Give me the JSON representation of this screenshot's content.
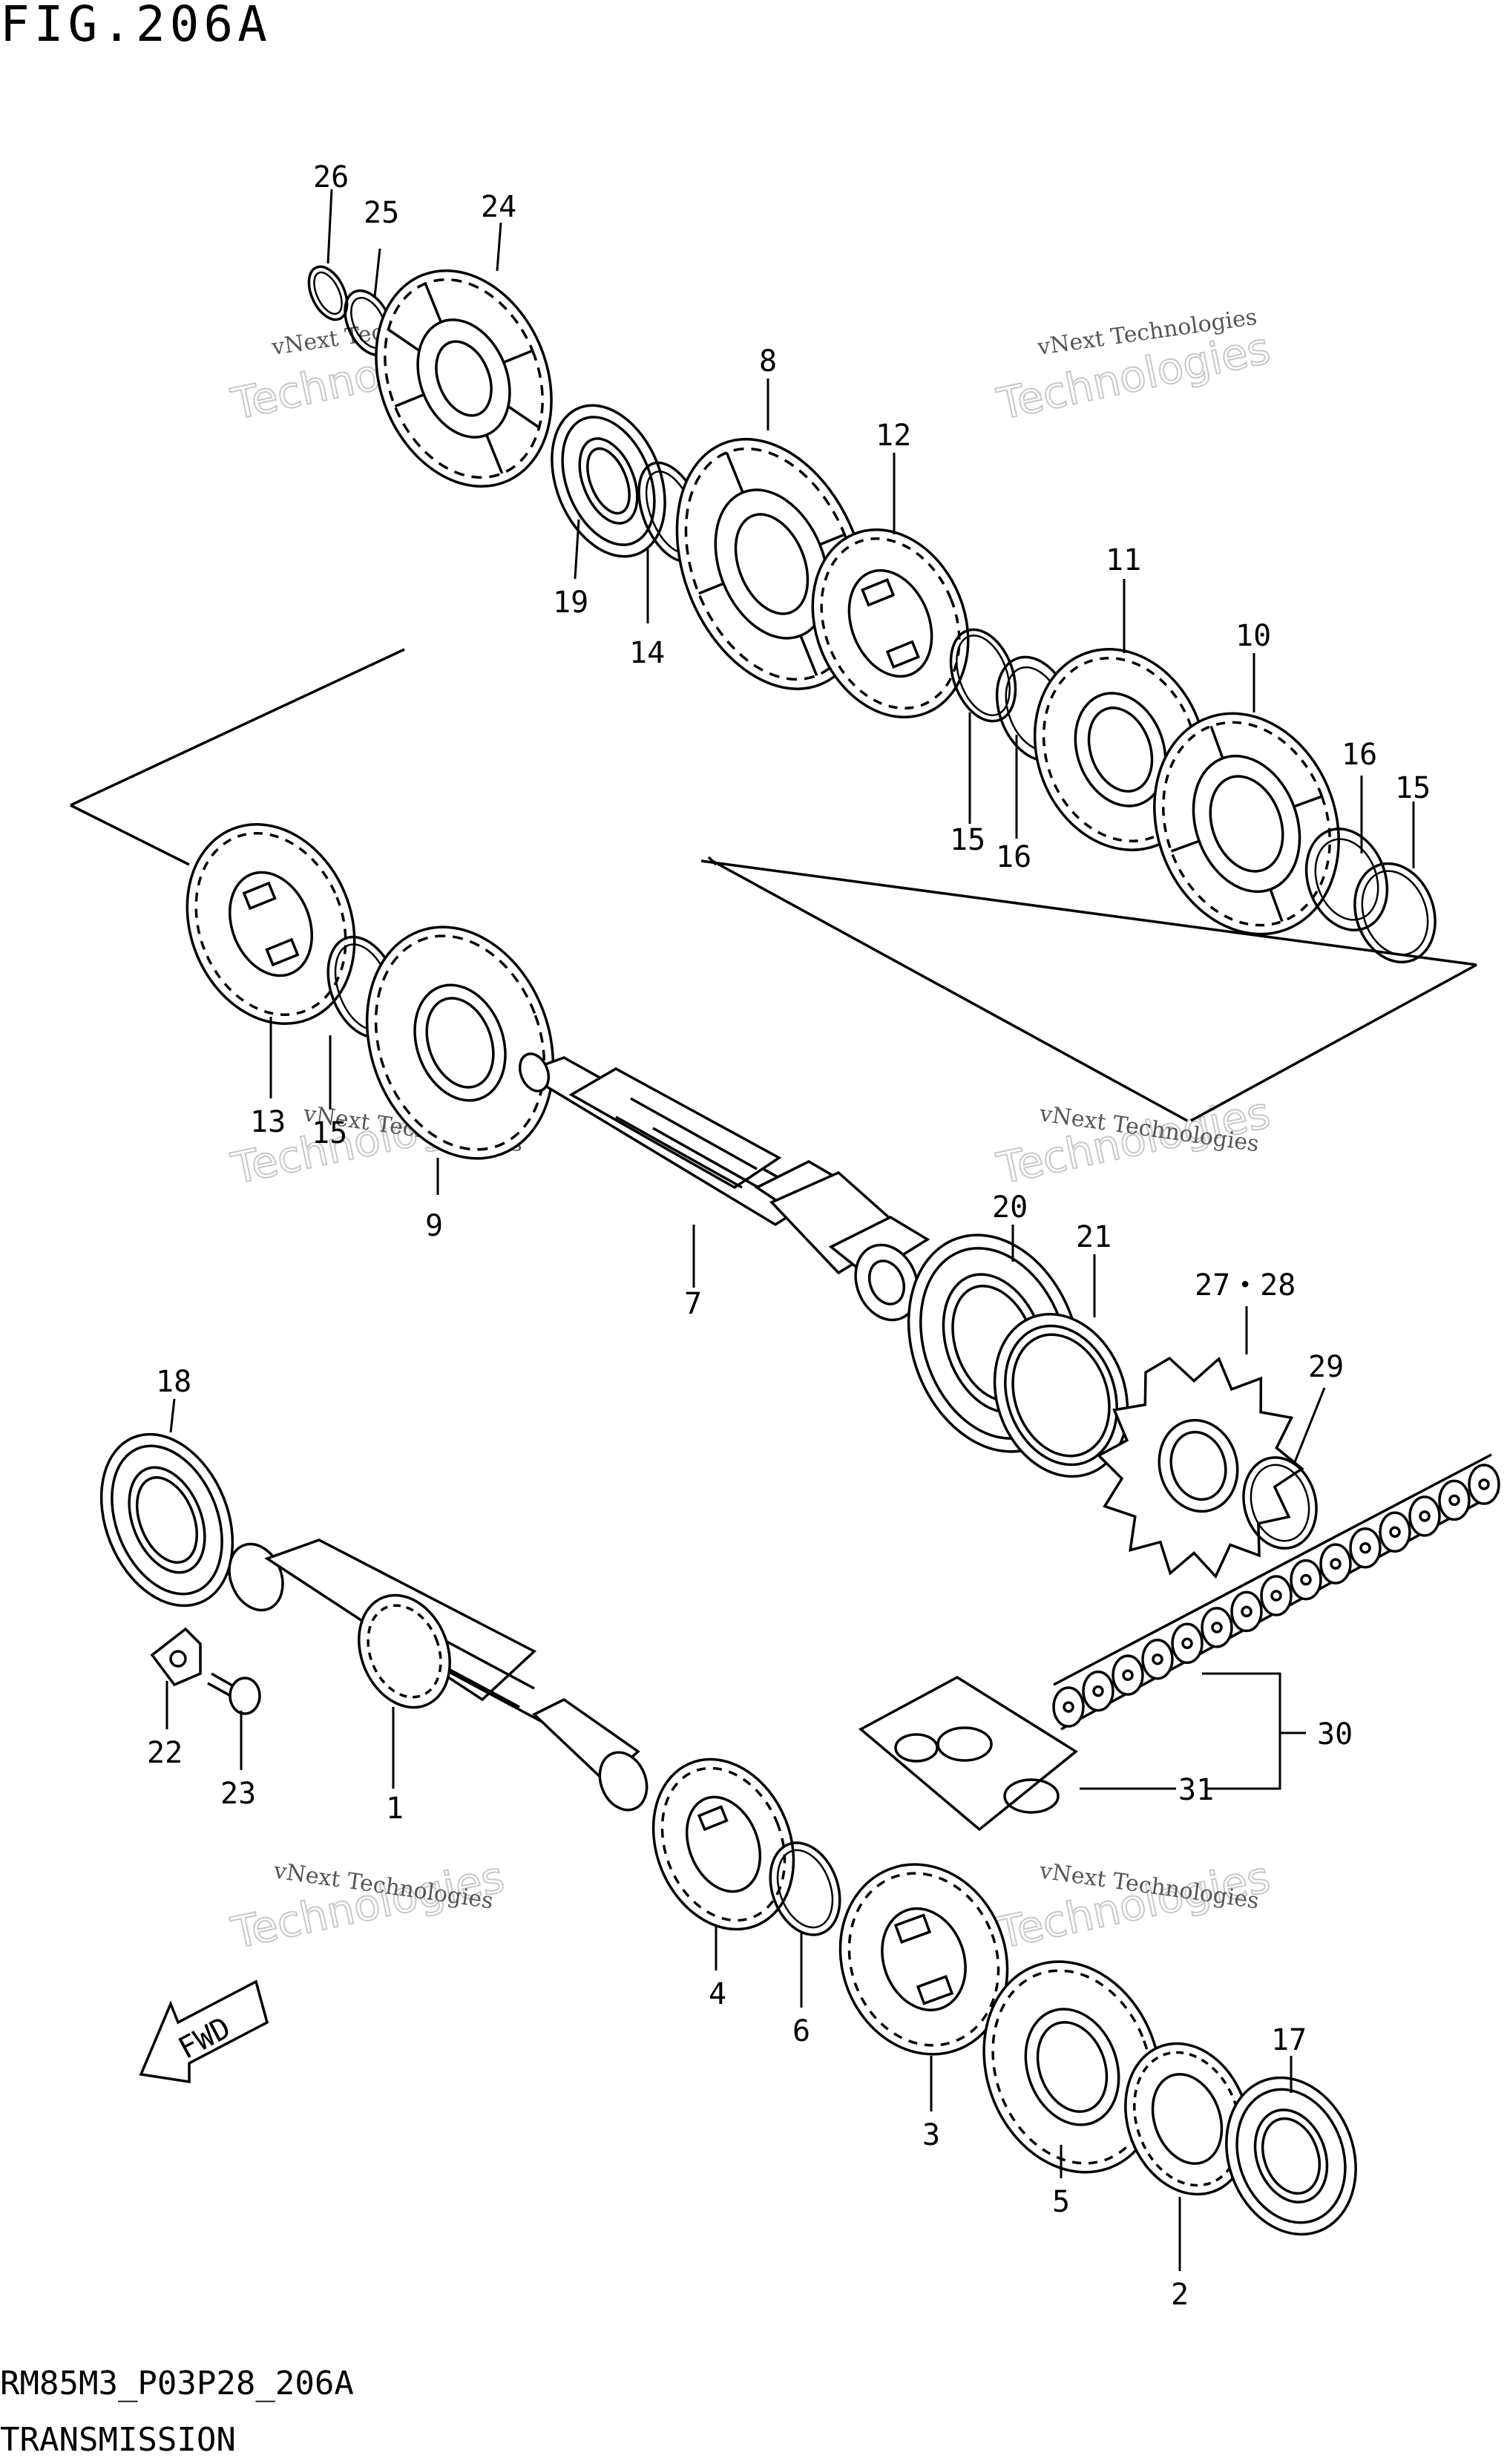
{
  "header": {
    "figure_label": "FIG.206A"
  },
  "footer": {
    "drawing_code": "RM85M3_P03P28_206A",
    "section_title": "TRANSMISSION"
  },
  "watermark": {
    "line1": "vNext Technologies",
    "line2": "Technologies"
  },
  "fwd_label": "FWD",
  "callouts": [
    {
      "id": "c26",
      "text": "26"
    },
    {
      "id": "c25",
      "text": "25"
    },
    {
      "id": "c24",
      "text": "24"
    },
    {
      "id": "c8",
      "text": "8"
    },
    {
      "id": "c19",
      "text": "19"
    },
    {
      "id": "c14",
      "text": "14"
    },
    {
      "id": "c12",
      "text": "12"
    },
    {
      "id": "c11",
      "text": "11"
    },
    {
      "id": "c10",
      "text": "10"
    },
    {
      "id": "c15a",
      "text": "15"
    },
    {
      "id": "c16a",
      "text": "16"
    },
    {
      "id": "c16b",
      "text": "16"
    },
    {
      "id": "c15b",
      "text": "15"
    },
    {
      "id": "c13",
      "text": "13"
    },
    {
      "id": "c15c",
      "text": "15"
    },
    {
      "id": "c9",
      "text": "9"
    },
    {
      "id": "c7",
      "text": "7"
    },
    {
      "id": "c20",
      "text": "20"
    },
    {
      "id": "c21",
      "text": "21"
    },
    {
      "id": "c2728",
      "text": "27・28"
    },
    {
      "id": "c29",
      "text": "29"
    },
    {
      "id": "c18",
      "text": "18"
    },
    {
      "id": "c22",
      "text": "22"
    },
    {
      "id": "c23",
      "text": "23"
    },
    {
      "id": "c1",
      "text": "1"
    },
    {
      "id": "c30",
      "text": "30"
    },
    {
      "id": "c31",
      "text": "31"
    },
    {
      "id": "c4",
      "text": "4"
    },
    {
      "id": "c6",
      "text": "6"
    },
    {
      "id": "c3",
      "text": "3"
    },
    {
      "id": "c17",
      "text": "17"
    },
    {
      "id": "c5",
      "text": "5"
    },
    {
      "id": "c2",
      "text": "2"
    }
  ]
}
